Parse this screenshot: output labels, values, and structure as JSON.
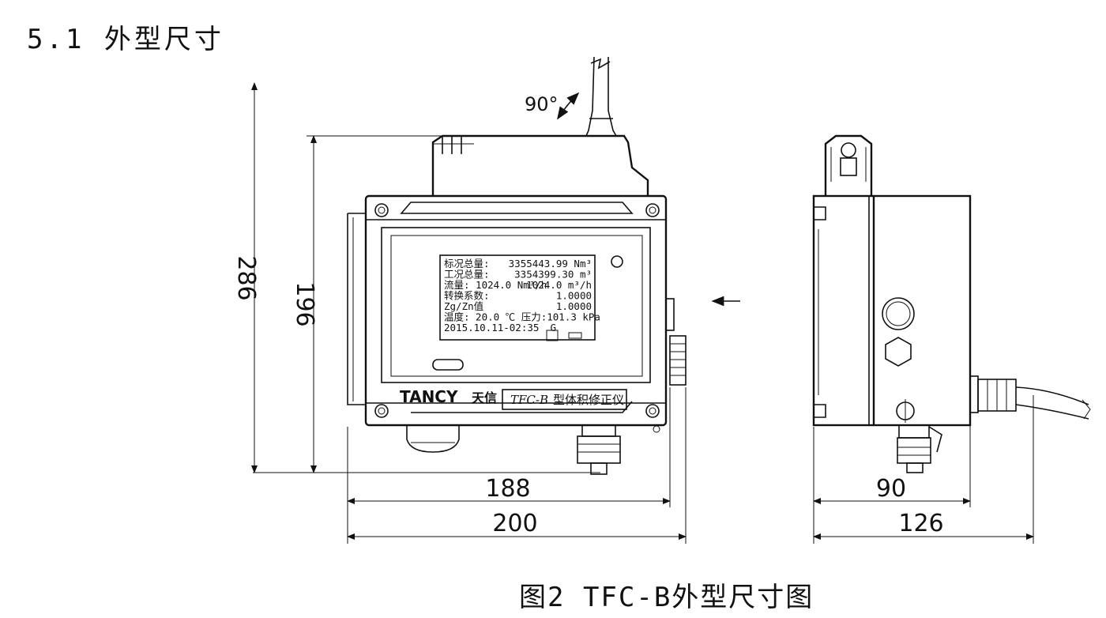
{
  "section_title": "5.1 外型尺寸",
  "caption": "图2  TFC-B外型尺寸图",
  "front_view": {
    "rotation_label": "90°",
    "lcd_lines": [
      {
        "label": "标况总量:",
        "value": "3355443.99 Nm³"
      },
      {
        "label": "工况总量:",
        "value": "3354399.30 m³"
      },
      {
        "label": "流量: 1024.0 Nm³/h",
        "value": "1024.0 m³/h"
      },
      {
        "label": "转换系数:",
        "value": "1.0000"
      },
      {
        "label": "Zg/Zn值",
        "value": "1.0000"
      },
      {
        "label": "温度: 20.0 ℃  压力:101.3 kPa",
        "value": ""
      },
      {
        "label": "2015.10.11-02:35",
        "value": "G"
      }
    ],
    "brand": "TANCY",
    "brand_cn": "天信",
    "model": "TFC-B",
    "product_name": "型体积修正仪"
  },
  "dimensions": {
    "total_height": "286",
    "body_height": "196",
    "body_width": "188",
    "total_width": "200",
    "side_depth": "90",
    "side_total": "126"
  }
}
